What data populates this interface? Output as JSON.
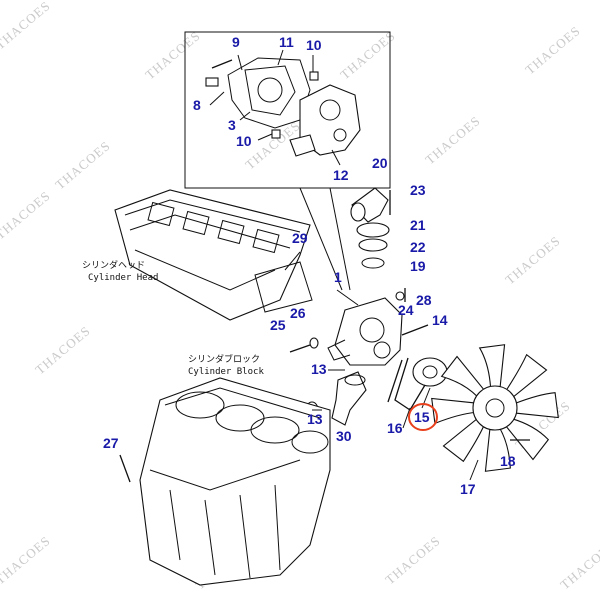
{
  "colors": {
    "part_number": "#1a1aa8",
    "highlight": "#e8401c",
    "line": "#111111",
    "watermark": "#c9c9c9"
  },
  "watermark_text": "THACOES",
  "captions": {
    "cylinder_head_jp": "シリンダヘッド",
    "cylinder_head_en": "Cylinder Head",
    "cylinder_block_jp": "シリンダブロック",
    "cylinder_block_en": "Cylinder Block"
  },
  "part_numbers": [
    {
      "id": "9",
      "label": "9"
    },
    {
      "id": "11",
      "label": "11"
    },
    {
      "id": "10a",
      "label": "10"
    },
    {
      "id": "8",
      "label": "8"
    },
    {
      "id": "3",
      "label": "3"
    },
    {
      "id": "10b",
      "label": "10"
    },
    {
      "id": "12",
      "label": "12"
    },
    {
      "id": "20",
      "label": "20"
    },
    {
      "id": "23",
      "label": "23"
    },
    {
      "id": "21",
      "label": "21"
    },
    {
      "id": "22",
      "label": "22"
    },
    {
      "id": "19",
      "label": "19"
    },
    {
      "id": "29",
      "label": "29"
    },
    {
      "id": "1",
      "label": "1"
    },
    {
      "id": "24",
      "label": "24"
    },
    {
      "id": "28",
      "label": "28"
    },
    {
      "id": "14",
      "label": "14"
    },
    {
      "id": "26",
      "label": "26"
    },
    {
      "id": "25",
      "label": "25"
    },
    {
      "id": "13a",
      "label": "13"
    },
    {
      "id": "13b",
      "label": "13"
    },
    {
      "id": "30",
      "label": "30"
    },
    {
      "id": "16",
      "label": "16"
    },
    {
      "id": "15",
      "label": "15",
      "highlighted": true
    },
    {
      "id": "18",
      "label": "18"
    },
    {
      "id": "17",
      "label": "17"
    },
    {
      "id": "27",
      "label": "27"
    }
  ]
}
